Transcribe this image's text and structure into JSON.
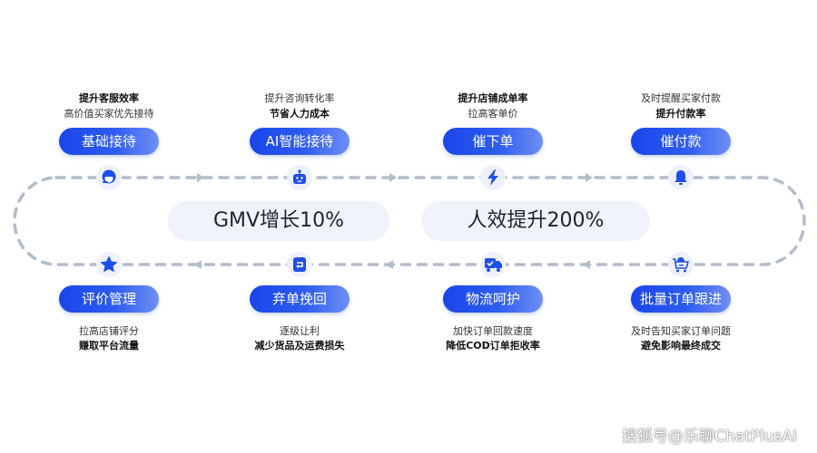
{
  "colors": {
    "button_gradient_start": "#1a45e8",
    "button_gradient_end": "#6f8ff4",
    "icon_blue": "#1f4fe9",
    "icon_bg": "#eef1fb",
    "dash": "#b3bccb",
    "pill_bg": "#f0f3fa",
    "pill_text": "#1d2331"
  },
  "center": {
    "left_metric": "GMV增长10%",
    "right_metric": "人效提升200%"
  },
  "top_nodes": [
    {
      "label": "基础接待",
      "icon": "headset-icon",
      "caption_1": "提升客服效率",
      "caption_2": "高价值买家优先接待",
      "bold_line": 1
    },
    {
      "label": "AI智能接待",
      "icon": "robot-icon",
      "caption_1": "提升咨询转化率",
      "caption_2": "节省人力成本",
      "bold_line": 2
    },
    {
      "label": "催下单",
      "icon": "lightning-icon",
      "caption_1": "提升店铺成单率",
      "caption_2": "拉高客单价",
      "bold_line": 1
    },
    {
      "label": "催付款",
      "icon": "bell-icon",
      "caption_1": "及时提醒买家付款",
      "caption_2": "提升付款率",
      "bold_line": 2
    }
  ],
  "bottom_nodes": [
    {
      "label": "评价管理",
      "icon": "star-icon",
      "caption_1": "拉高店铺评分",
      "caption_2": "赚取平台流量",
      "bold_line": 2
    },
    {
      "label": "弃单挽回",
      "icon": "return-icon",
      "caption_1": "逐级让利",
      "caption_2": "减少货品及运费损失",
      "bold_line": 2
    },
    {
      "label": "物流呵护",
      "icon": "delivery-truck-icon",
      "caption_1": "加快订单回款速度",
      "caption_2": "降低COD订单拒收率",
      "bold_line": 2
    },
    {
      "label": "批量订单跟进",
      "icon": "shopping-cart-icon",
      "caption_1": "及时告知买家订单问题",
      "caption_2": "避免影响最终成交",
      "bold_line": 2
    }
  ],
  "watermark": "搜狐号@乐聊ChatPlusAI"
}
